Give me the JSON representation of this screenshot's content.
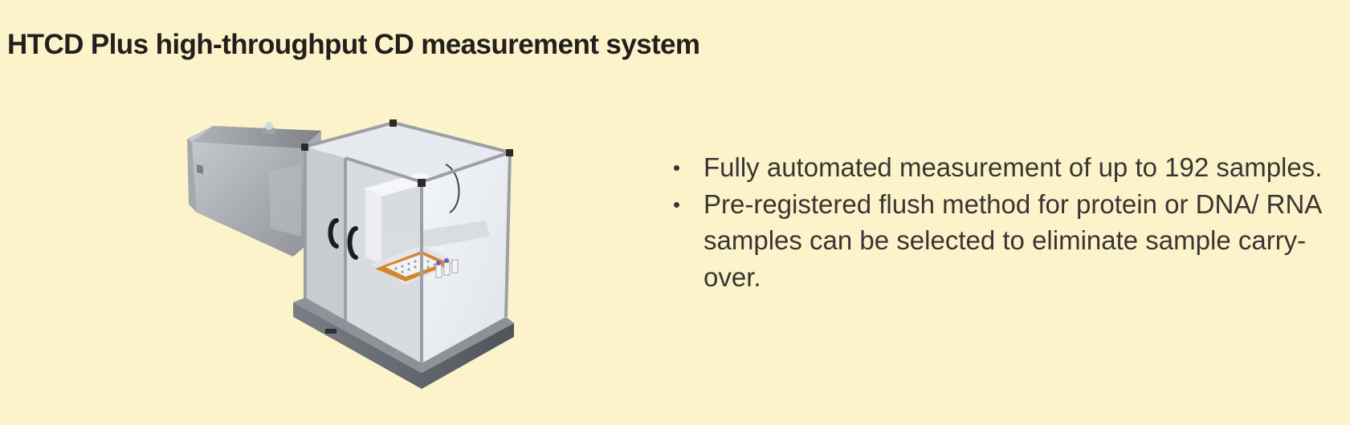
{
  "slide": {
    "title": "HTCD Plus high-throughput CD measurement system"
  },
  "colors": {
    "background": "#fdf3cb",
    "text": "#231f1d",
    "body_text": "#3a3533"
  },
  "bullets": [
    {
      "text": "Fully automated measurement of up to 192 samples."
    },
    {
      "text": "Pre-registered flush method for protein or DNA/ RNA samples can be selected to eliminate sample carry-over."
    }
  ]
}
